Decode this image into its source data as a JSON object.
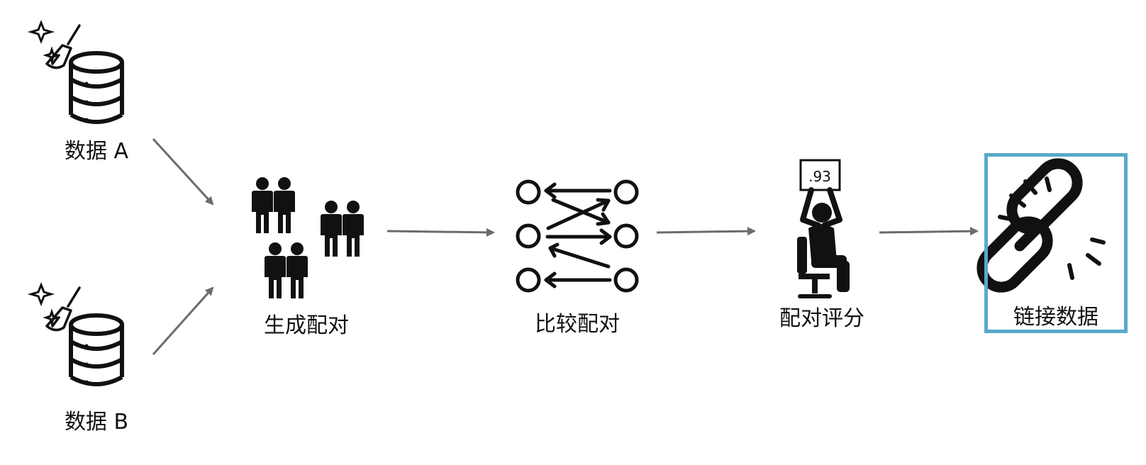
{
  "nodes": {
    "data_a": {
      "label": "数据 A",
      "icon": "database-cleaning-icon"
    },
    "data_b": {
      "label": "数据 B",
      "icon": "database-cleaning-icon"
    },
    "generate_pairs": {
      "label": "生成配对",
      "icon": "people-pairs-icon"
    },
    "compare_pairs": {
      "label": "比较配对",
      "icon": "compare-arrows-icon"
    },
    "score_pairs": {
      "label": "配对评分",
      "icon": "judge-score-icon",
      "score": ".93"
    },
    "linked_data": {
      "label": "链接数据",
      "icon": "broken-link-icon",
      "highlight_color": "#58a9cc"
    }
  },
  "edges": [
    {
      "from": "数据 A",
      "to": "生成配对"
    },
    {
      "from": "数据 B",
      "to": "生成配对"
    },
    {
      "from": "生成配对",
      "to": "比较配对"
    },
    {
      "from": "比较配对",
      "to": "配对评分"
    },
    {
      "from": "配对评分",
      "to": "链接数据"
    }
  ],
  "colors": {
    "arrow": "#6b6b6b",
    "icon": "#111111",
    "highlight": "#58a9cc"
  }
}
